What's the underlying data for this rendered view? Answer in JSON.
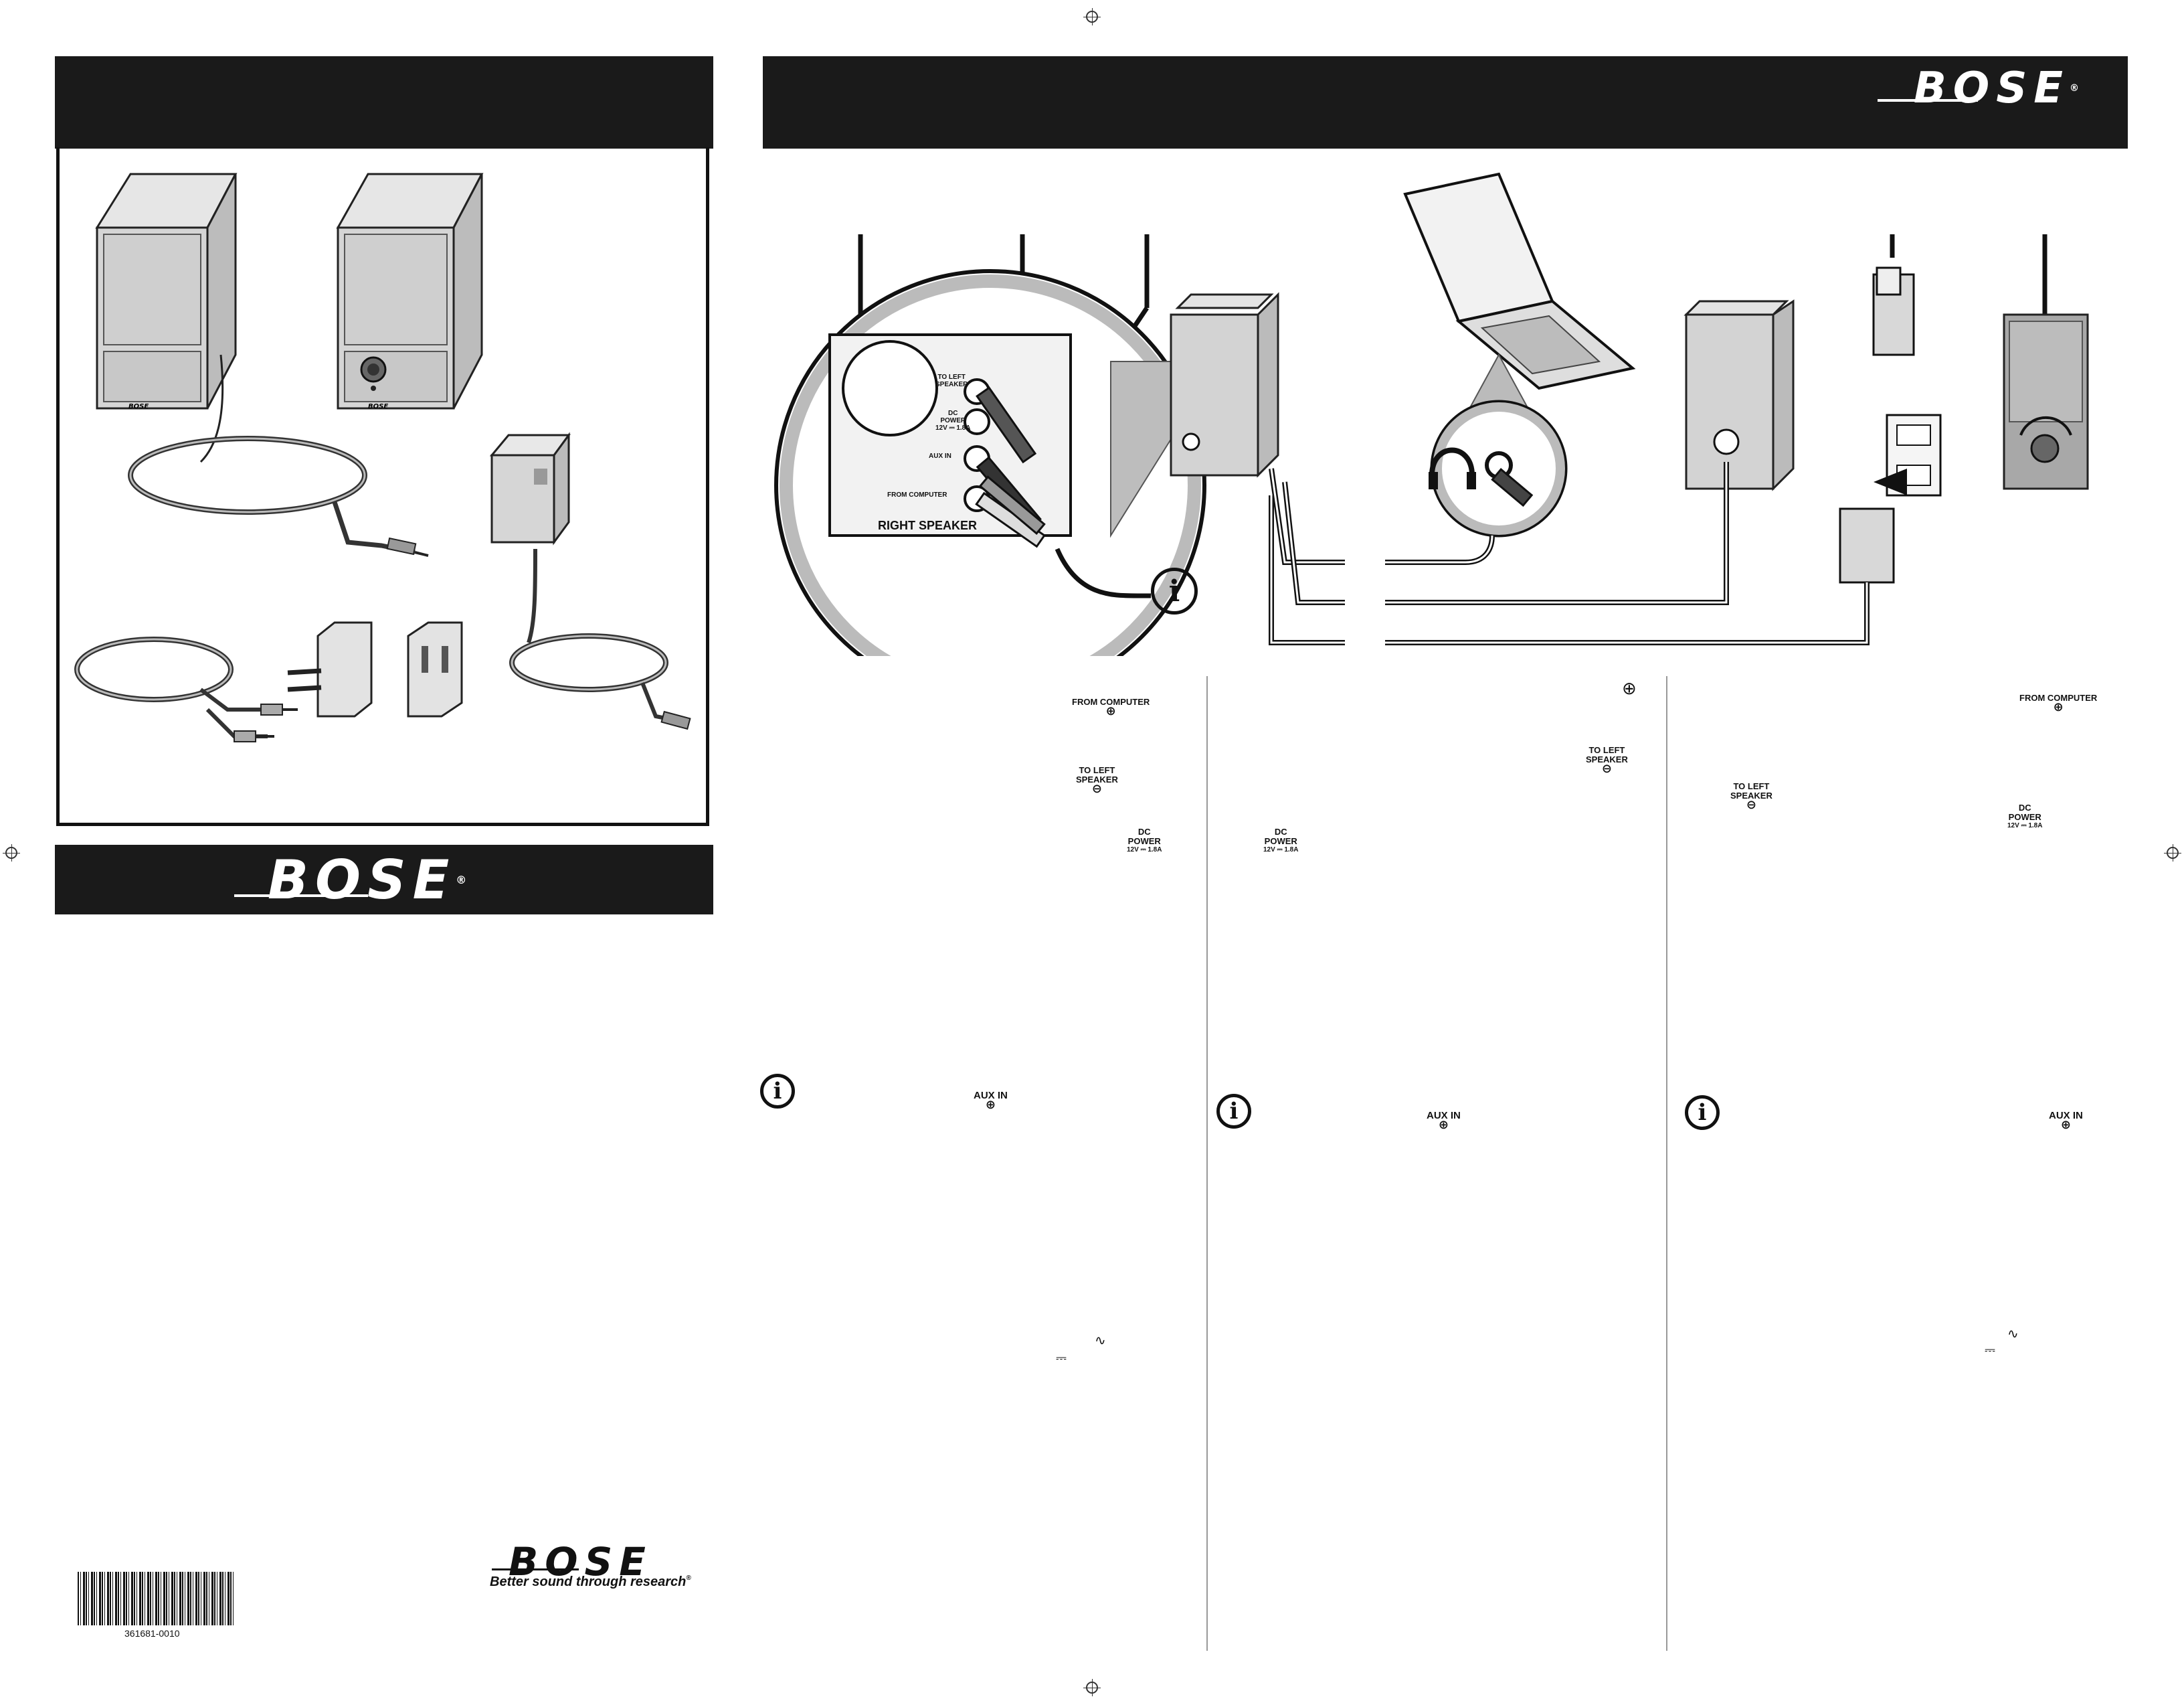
{
  "brand": {
    "logo": "BOSE",
    "registered": "®",
    "tagline": "Better sound through research",
    "tagline_registered": "®"
  },
  "barcode": {
    "number": "361681-0010"
  },
  "diagram": {
    "panel_title": "RIGHT SPEAKER",
    "to_left_speaker": [
      "TO LEFT",
      "SPEAKER"
    ],
    "dc_power": [
      "DC",
      "POWER"
    ],
    "dc_rating": "12V ⎓ 1.8A",
    "aux_in": "AUX IN",
    "from_computer": "FROM COMPUTER",
    "info_icon": "i"
  },
  "columns": [
    {
      "from_computer": "FROM COMPUTER",
      "to_left_speaker": [
        "TO LEFT",
        "SPEAKER"
      ],
      "dc_power": [
        "DC",
        "POWER"
      ],
      "dc_rating": "12V ⎓ 1.8A",
      "aux_in": "AUX IN",
      "info_icon": "i",
      "ac_symbol": "∿",
      "dc_symbol": "⎓"
    },
    {
      "to_left_speaker": [
        "TO LEFT",
        "SPEAKER"
      ],
      "dc_power": [
        "DC",
        "POWER"
      ],
      "dc_rating": "12V ⎓ 1.8A",
      "aux_in": "AUX IN",
      "info_icon": "i"
    },
    {
      "from_computer": "FROM COMPUTER",
      "to_left_speaker": [
        "TO LEFT",
        "SPEAKER"
      ],
      "dc_power": [
        "DC",
        "POWER"
      ],
      "dc_rating": "12V ⎓ 1.8A",
      "aux_in": "AUX IN",
      "info_icon": "i",
      "ac_symbol": "∿",
      "dc_symbol": "⎓"
    }
  ],
  "colors": {
    "bar": "#1a1a1a",
    "speaker_light": "#d8d8d8",
    "speaker_mid": "#bdbdbd",
    "line": "#111111"
  }
}
